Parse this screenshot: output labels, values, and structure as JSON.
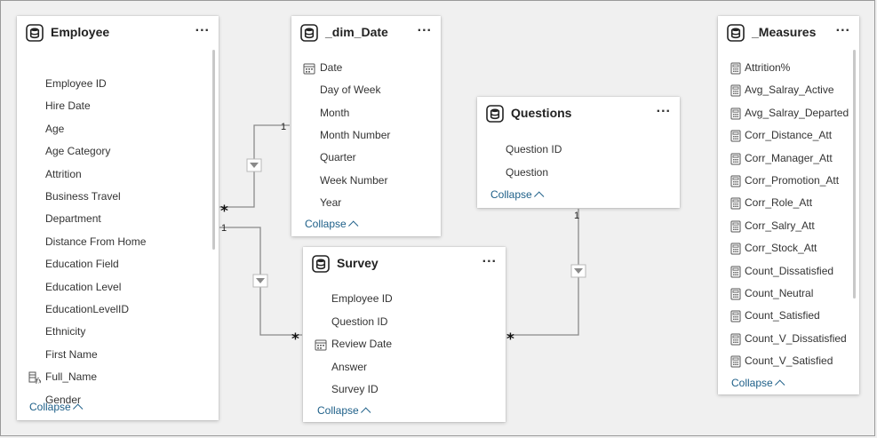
{
  "tables": {
    "employee": {
      "title": "Employee",
      "collapse": "Collapse",
      "fields": [
        "Employee ID",
        "Hire Date",
        "Age",
        "Age Category",
        "Attrition",
        "Business Travel",
        "Department",
        "Distance From Home",
        "Education Field",
        "Education Level",
        "EducationLevelID",
        "Ethnicity",
        "First Name",
        "Full_Name",
        "Gender"
      ]
    },
    "dim_date": {
      "title": "_dim_Date",
      "collapse": "Collapse",
      "fields": [
        "Date",
        "Day of Week",
        "Month",
        "Month Number",
        "Quarter",
        "Week Number",
        "Year"
      ]
    },
    "questions": {
      "title": "Questions",
      "collapse": "Collapse",
      "fields": [
        "Question ID",
        "Question"
      ]
    },
    "survey": {
      "title": "Survey",
      "collapse": "Collapse",
      "fields": [
        "Employee ID",
        "Question ID",
        "Review Date",
        "Answer",
        "Survey ID"
      ]
    },
    "measures": {
      "title": "_Measures",
      "collapse": "Collapse",
      "fields": [
        "Attrition%",
        "Avg_Salray_Active",
        "Avg_Salray_Departed",
        "Corr_Distance_Att",
        "Corr_Manager_Att",
        "Corr_Promotion_Att",
        "Corr_Role_Att",
        "Corr_Salry_Att",
        "Corr_Stock_Att",
        "Count_Dissatisfied",
        "Count_Neutral",
        "Count_Satisfied",
        "Count_V_Dissatisfied",
        "Count_V_Satisfied"
      ]
    }
  },
  "menu_glyph": "...",
  "relationships": [
    {
      "from": "Employee",
      "to": "_dim_Date",
      "many": "*",
      "one": "1"
    },
    {
      "from": "Employee",
      "to": "Survey",
      "one": "1",
      "many": "*"
    },
    {
      "from": "Questions",
      "to": "Survey",
      "one": "1",
      "many": "*"
    }
  ],
  "icons": {
    "table": "table-icon",
    "date": "calendar-icon",
    "calc": "calculated-column-icon",
    "measure": "measure-calculator-icon"
  },
  "colors": {
    "background": "#f0f0f0",
    "card": "#ffffff",
    "link": "#1d5f88",
    "connector": "#8a8a8a"
  }
}
